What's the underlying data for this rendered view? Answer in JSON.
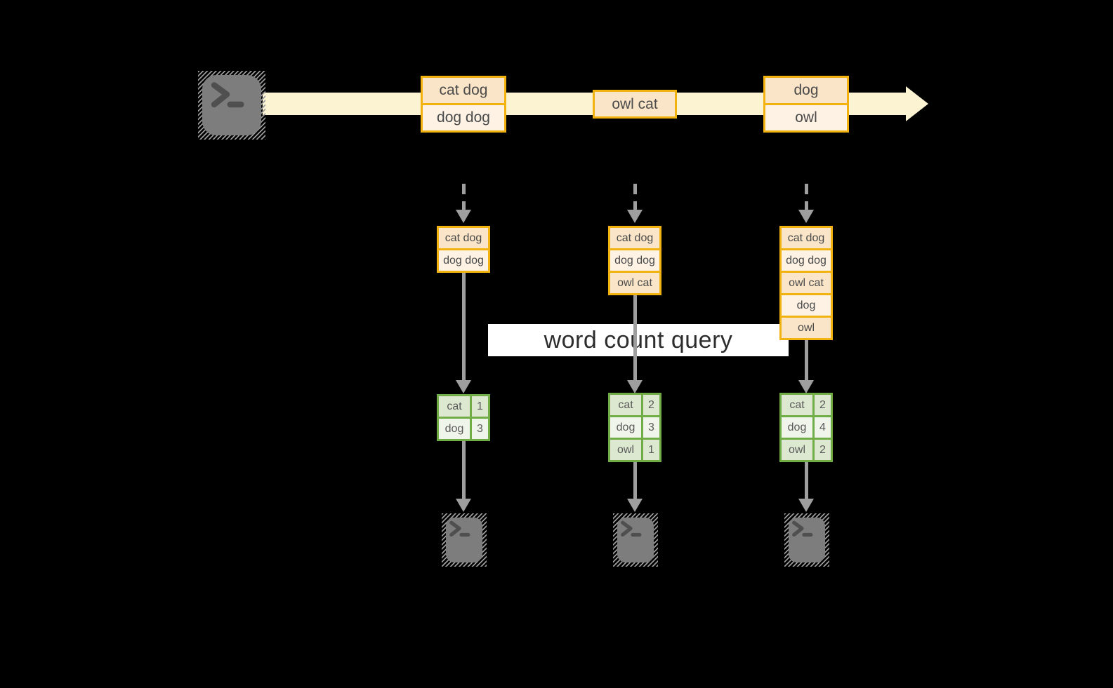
{
  "query_label": "word count query",
  "stream": {
    "events": [
      {
        "lines": [
          "cat dog",
          "dog dog"
        ]
      },
      {
        "lines": [
          "owl cat"
        ]
      },
      {
        "lines": [
          "dog",
          "owl"
        ]
      }
    ]
  },
  "columns": [
    {
      "buffer": [
        "cat dog",
        "dog dog"
      ],
      "counts": [
        {
          "word": "cat",
          "count": "1"
        },
        {
          "word": "dog",
          "count": "3"
        }
      ]
    },
    {
      "buffer": [
        "cat dog",
        "dog dog",
        "owl cat"
      ],
      "counts": [
        {
          "word": "cat",
          "count": "2"
        },
        {
          "word": "dog",
          "count": "3"
        },
        {
          "word": "owl",
          "count": "1"
        }
      ]
    },
    {
      "buffer": [
        "cat dog",
        "dog dog",
        "owl cat",
        "dog",
        "owl"
      ],
      "counts": [
        {
          "word": "cat",
          "count": "2"
        },
        {
          "word": "dog",
          "count": "4"
        },
        {
          "word": "owl",
          "count": "2"
        }
      ]
    }
  ],
  "icons": {
    "source": "terminal-icon",
    "sinks": [
      "terminal-icon",
      "terminal-icon",
      "terminal-icon"
    ]
  },
  "colors": {
    "background": "#000000",
    "stream_band": "#FCF3D2",
    "amber_border": "#F2B210",
    "event_peach": "#FAE5C8",
    "event_cream": "#FDF2E3",
    "green_border": "#71AD47",
    "green_cell": "#DDE8D0",
    "green_cell_light": "#F0F5EB",
    "arrow_gray": "#9E9E9E",
    "terminal_gray": "#7D7D7D",
    "query_band": "#FFFFFF"
  }
}
